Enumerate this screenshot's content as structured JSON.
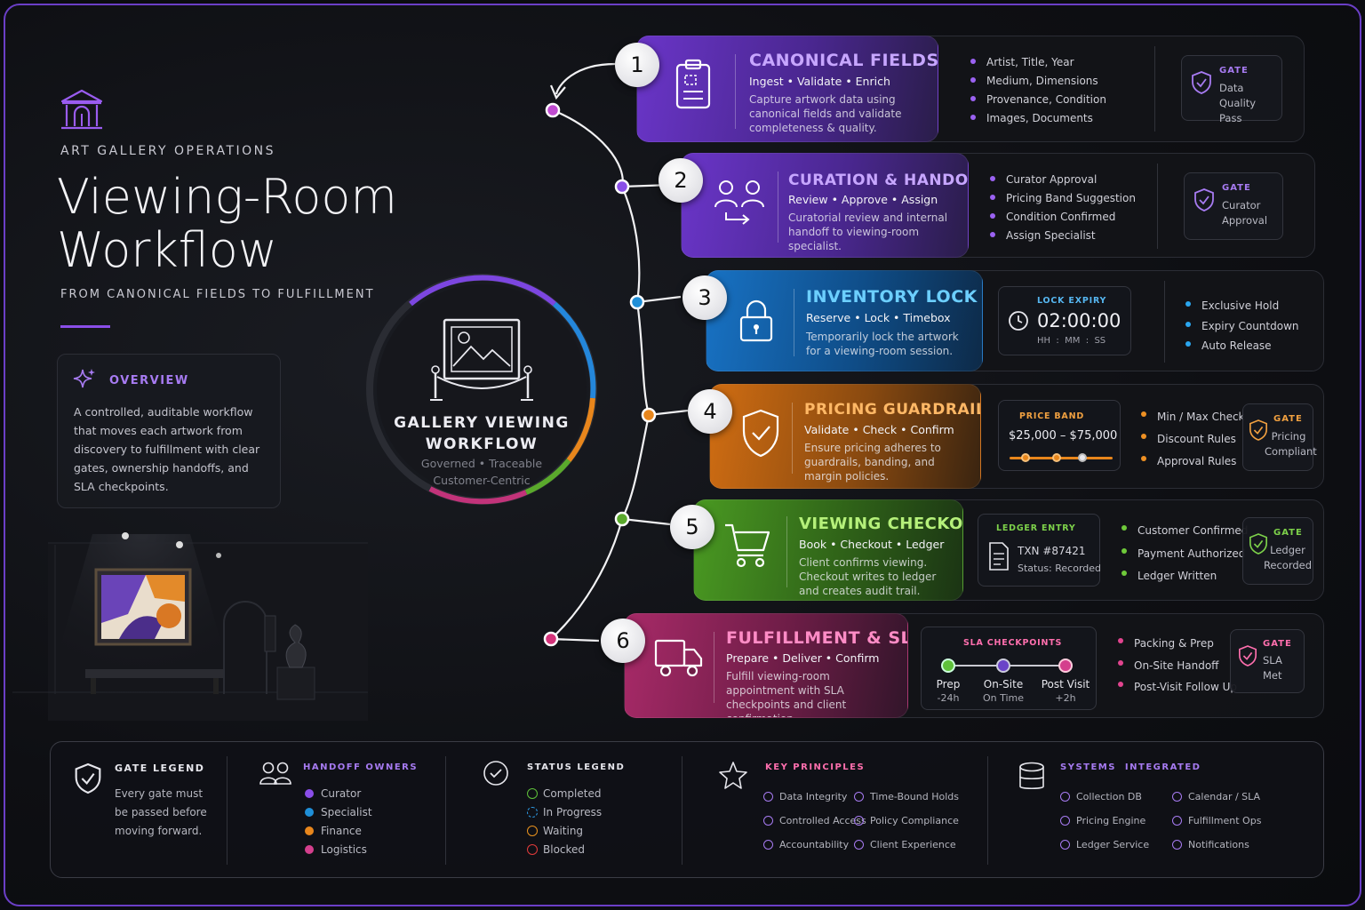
{
  "header": {
    "kicker": "ART GALLERY OPERATIONS",
    "title_line1": "Viewing-Room",
    "title_line2": "Workflow",
    "subtitle": "FROM CANONICAL FIELDS TO FULFILLMENT"
  },
  "overview": {
    "title": "OVERVIEW",
    "text": "A controlled, auditable workflow that moves each artwork from discovery to fulfillment with clear gates, ownership handoffs, and SLA checkpoints."
  },
  "center": {
    "title_line1": "GALLERY VIEWING",
    "title_line2": "WORKFLOW",
    "sub_line1": "Governed • Traceable",
    "sub_line2": "Customer-Centric"
  },
  "steps": [
    {
      "number": "1",
      "title": "CANONICAL FIELDS",
      "sub": "Ingest • Validate • Enrich",
      "desc": "Capture artwork data using canonical fields and validate completeness & quality.",
      "bullets": [
        "Artist, Title, Year",
        "Medium, Dimensions",
        "Provenance, Condition",
        "Images, Documents"
      ],
      "gate_label": "GATE",
      "gate_text": "Data Quality Pass",
      "color": "#8a4ee8",
      "title_color": "#c7a6ff"
    },
    {
      "number": "2",
      "title": "CURATION & HANDOFF",
      "sub": "Review • Approve • Assign",
      "desc": "Curatorial review and internal handoff to viewing-room specialist.",
      "bullets": [
        "Curator Approval",
        "Pricing Band Suggestion",
        "Condition Confirmed",
        "Assign Specialist"
      ],
      "gate_label": "GATE",
      "gate_text": "Curator Approval",
      "color": "#7b4be0",
      "title_color": "#c7a6ff"
    },
    {
      "number": "3",
      "title": "INVENTORY LOCK",
      "sub": "Reserve • Lock • Timebox",
      "desc": "Temporarily lock the artwork for a viewing-room session.",
      "lock_label": "LOCK EXPIRY",
      "lock_time": "02:00:00",
      "lock_units": "HH  :  MM  :  SS",
      "bullets": [
        "Exclusive Hold",
        "Expiry Countdown",
        "Auto Release"
      ],
      "color": "#1f8fd8",
      "title_color": "#6ccfff"
    },
    {
      "number": "4",
      "title": "PRICING GUARDRAILS",
      "sub": "Validate • Check • Confirm",
      "desc": "Ensure pricing adheres to guardrails, banding, and margin policies.",
      "band_label": "PRICE BAND",
      "band_value": "$25,000 – $75,000",
      "band_level": 0.77,
      "bullets": [
        "Min / Max Check",
        "Discount Rules",
        "Approval Rules"
      ],
      "gate_label": "GATE",
      "gate_text": "Pricing Compliant",
      "color": "#e8861c",
      "title_color": "#ffb866"
    },
    {
      "number": "5",
      "title": "VIEWING CHECKOUT",
      "sub": "Book • Checkout • Ledger",
      "desc": "Client confirms viewing. Checkout writes to ledger and creates audit trail.",
      "ledger_label": "LEDGER ENTRY",
      "ledger_txn": "TXN #87421",
      "ledger_status": "Status: Recorded",
      "bullets": [
        "Customer Confirmed",
        "Payment Authorized",
        "Ledger Written"
      ],
      "gate_label": "GATE",
      "gate_text": "Ledger Recorded",
      "color": "#5aa92c",
      "title_color": "#b5f07a"
    },
    {
      "number": "6",
      "title": "FULFILLMENT & SLA",
      "sub": "Prepare • Deliver • Confirm",
      "desc": "Fulfill viewing-room appointment with SLA checkpoints and client confirmation.",
      "sla_label": "SLA CHECKPOINTS",
      "sla_points": [
        {
          "name": "Prep",
          "time": "-24h"
        },
        {
          "name": "On-Site",
          "time": "On Time"
        },
        {
          "name": "Post Visit",
          "time": "+2h"
        }
      ],
      "bullets": [
        "Packing & Prep",
        "On-Site Handoff",
        "Post-Visit Follow Up"
      ],
      "gate_label": "GATE",
      "gate_text": "SLA Met",
      "color": "#c2337a",
      "title_color": "#ff8cc6"
    }
  ],
  "legend": {
    "gate": {
      "title": "GATE LEGEND",
      "text": "Every gate must be passed before moving forward."
    },
    "owners": {
      "title": "HANDOFF OWNERS",
      "items": [
        {
          "label": "Curator",
          "color": "#8a4ee8"
        },
        {
          "label": "Specialist",
          "color": "#1f8fd8"
        },
        {
          "label": "Finance",
          "color": "#e8861c"
        },
        {
          "label": "Logistics",
          "color": "#d43f8d"
        }
      ]
    },
    "status": {
      "title": "STATUS LEGEND",
      "items": [
        {
          "label": "Completed",
          "color": "#5fc13a"
        },
        {
          "label": "In Progress",
          "color": "#2e9be5"
        },
        {
          "label": "Waiting",
          "color": "#e8921f"
        },
        {
          "label": "Blocked",
          "color": "#e23b3b"
        }
      ]
    },
    "principles": {
      "title": "KEY PRINCIPLES",
      "col1": [
        "Data Integrity",
        "Controlled Access",
        "Accountability"
      ],
      "col2": [
        "Time-Bound Holds",
        "Policy Compliance",
        "Client Experience"
      ]
    },
    "systems": {
      "title": "SYSTEMS  INTEGRATED",
      "col1": [
        "Collection DB",
        "Pricing Engine",
        "Ledger Service"
      ],
      "col2": [
        "Calendar / SLA",
        "Fulfillment Ops",
        "Notifications"
      ]
    }
  },
  "colors": {
    "accent": "#8a4ee8",
    "background": "#0e0f13",
    "pink_title": "#d44a9a"
  }
}
